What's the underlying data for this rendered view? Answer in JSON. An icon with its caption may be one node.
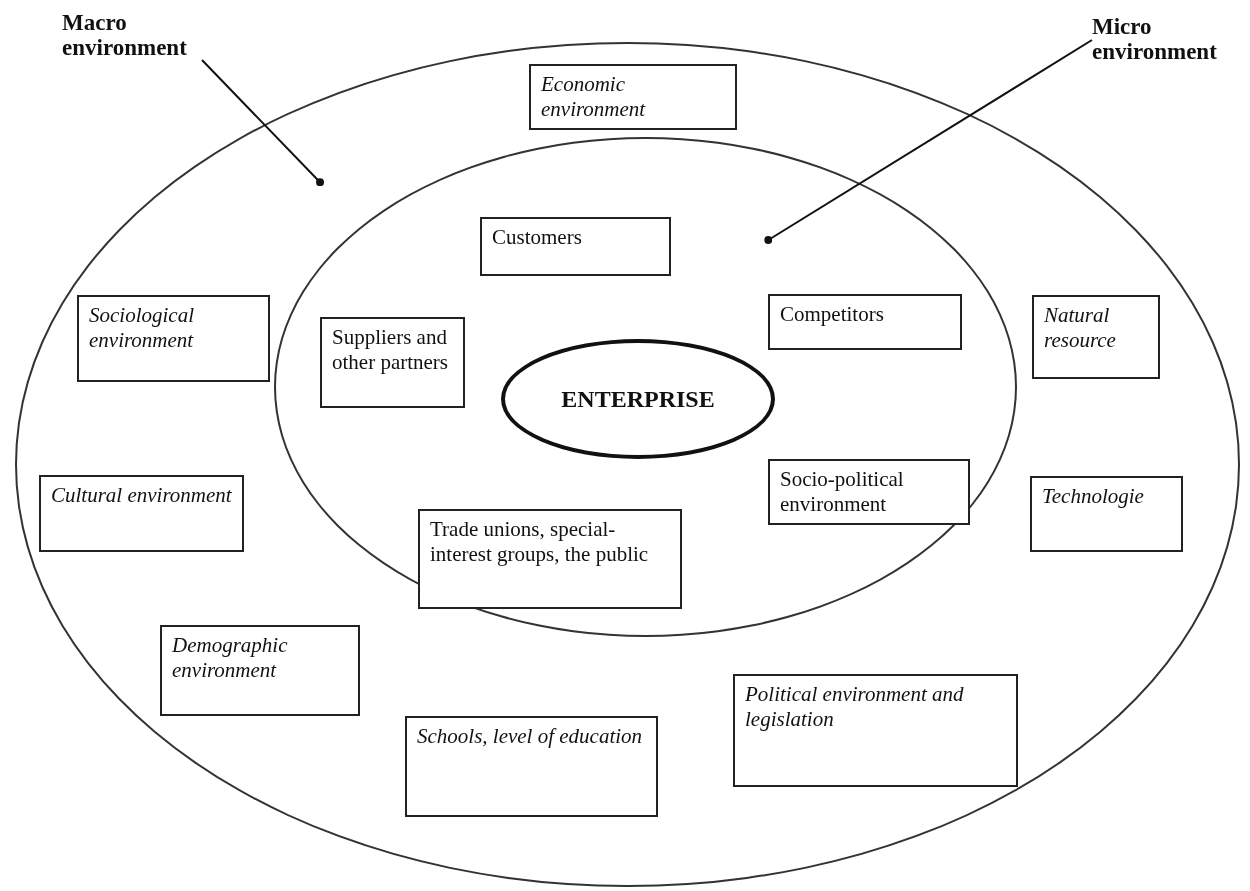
{
  "diagram": {
    "nodes": [
      {
        "text": [
          "Macro environment"
        ]
      },
      {
        "text": [
          "Micro environment"
        ]
      },
      {
        "text": [],
        "shape": "ellipse"
      },
      {
        "text": [
          "Economic environment"
        ],
        "in": 2
      },
      {
        "text": [],
        "shape": "ellipse",
        "in": 2
      },
      {
        "text": [
          "Customers"
        ],
        "in": 4
      },
      {
        "text": [
          "Sociological environment"
        ],
        "in": 2
      },
      {
        "text": [
          "Competitors"
        ],
        "in": 4
      },
      {
        "text": [
          "Natural resource"
        ],
        "in": 2
      },
      {
        "text": [
          "Suppliers and other partners"
        ],
        "in": 4
      },
      {
        "text": [
          "ENTERPRISE"
        ],
        "in": 4
      },
      {
        "text": [
          "Cultural environment"
        ],
        "in": 2
      },
      {
        "text": [
          "Socio-political environment"
        ],
        "in": 4
      },
      {
        "text": [
          "Technologie"
        ],
        "in": 2
      },
      {
        "text": [
          "Trade unions, special-interest groups, the public"
        ],
        "in": 4
      },
      {
        "text": [
          "Demographic environment"
        ],
        "in": 2
      },
      {
        "text": [
          "Political environment and legislation"
        ],
        "in": 2
      },
      {
        "text": [
          "Schools, level of education"
        ],
        "in": 2
      }
    ],
    "edges": [
      {
        "from": 0,
        "to": 2,
        "arrow": "other"
      },
      {
        "from": 1,
        "to": 4,
        "arrow": "other"
      }
    ]
  }
}
